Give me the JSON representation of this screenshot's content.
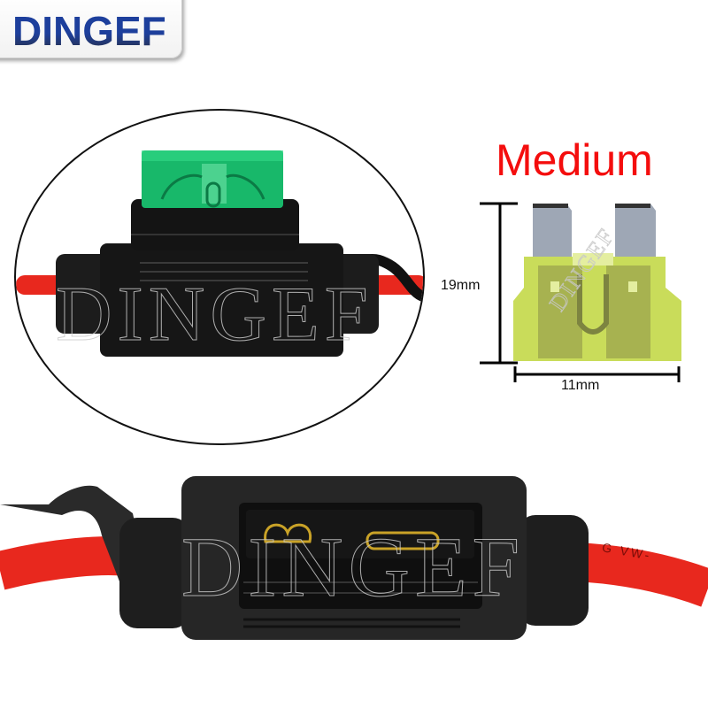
{
  "brand": {
    "logo_text": "DINGEF",
    "logo_color": "#1d3f9c"
  },
  "watermarks": {
    "oval_text": "DINGEF",
    "fuse_text": "DINGEF",
    "bottom_text": "DINGEF"
  },
  "spec_panel": {
    "headline": "Medium",
    "headline_color": "#f40d0d",
    "height_label": "19mm",
    "width_label": "11mm",
    "fuse_color": "#c9dc5a"
  },
  "detail_oval": {
    "fuse_color": "#18b86a",
    "holder_color": "#1a1a1a",
    "wire_color": "#e8281e"
  },
  "bottom_photo": {
    "holder_color": "#222222",
    "contact_color": "#c9a227",
    "wire_color": "#e8281e",
    "wire_print": "G  VW-"
  }
}
